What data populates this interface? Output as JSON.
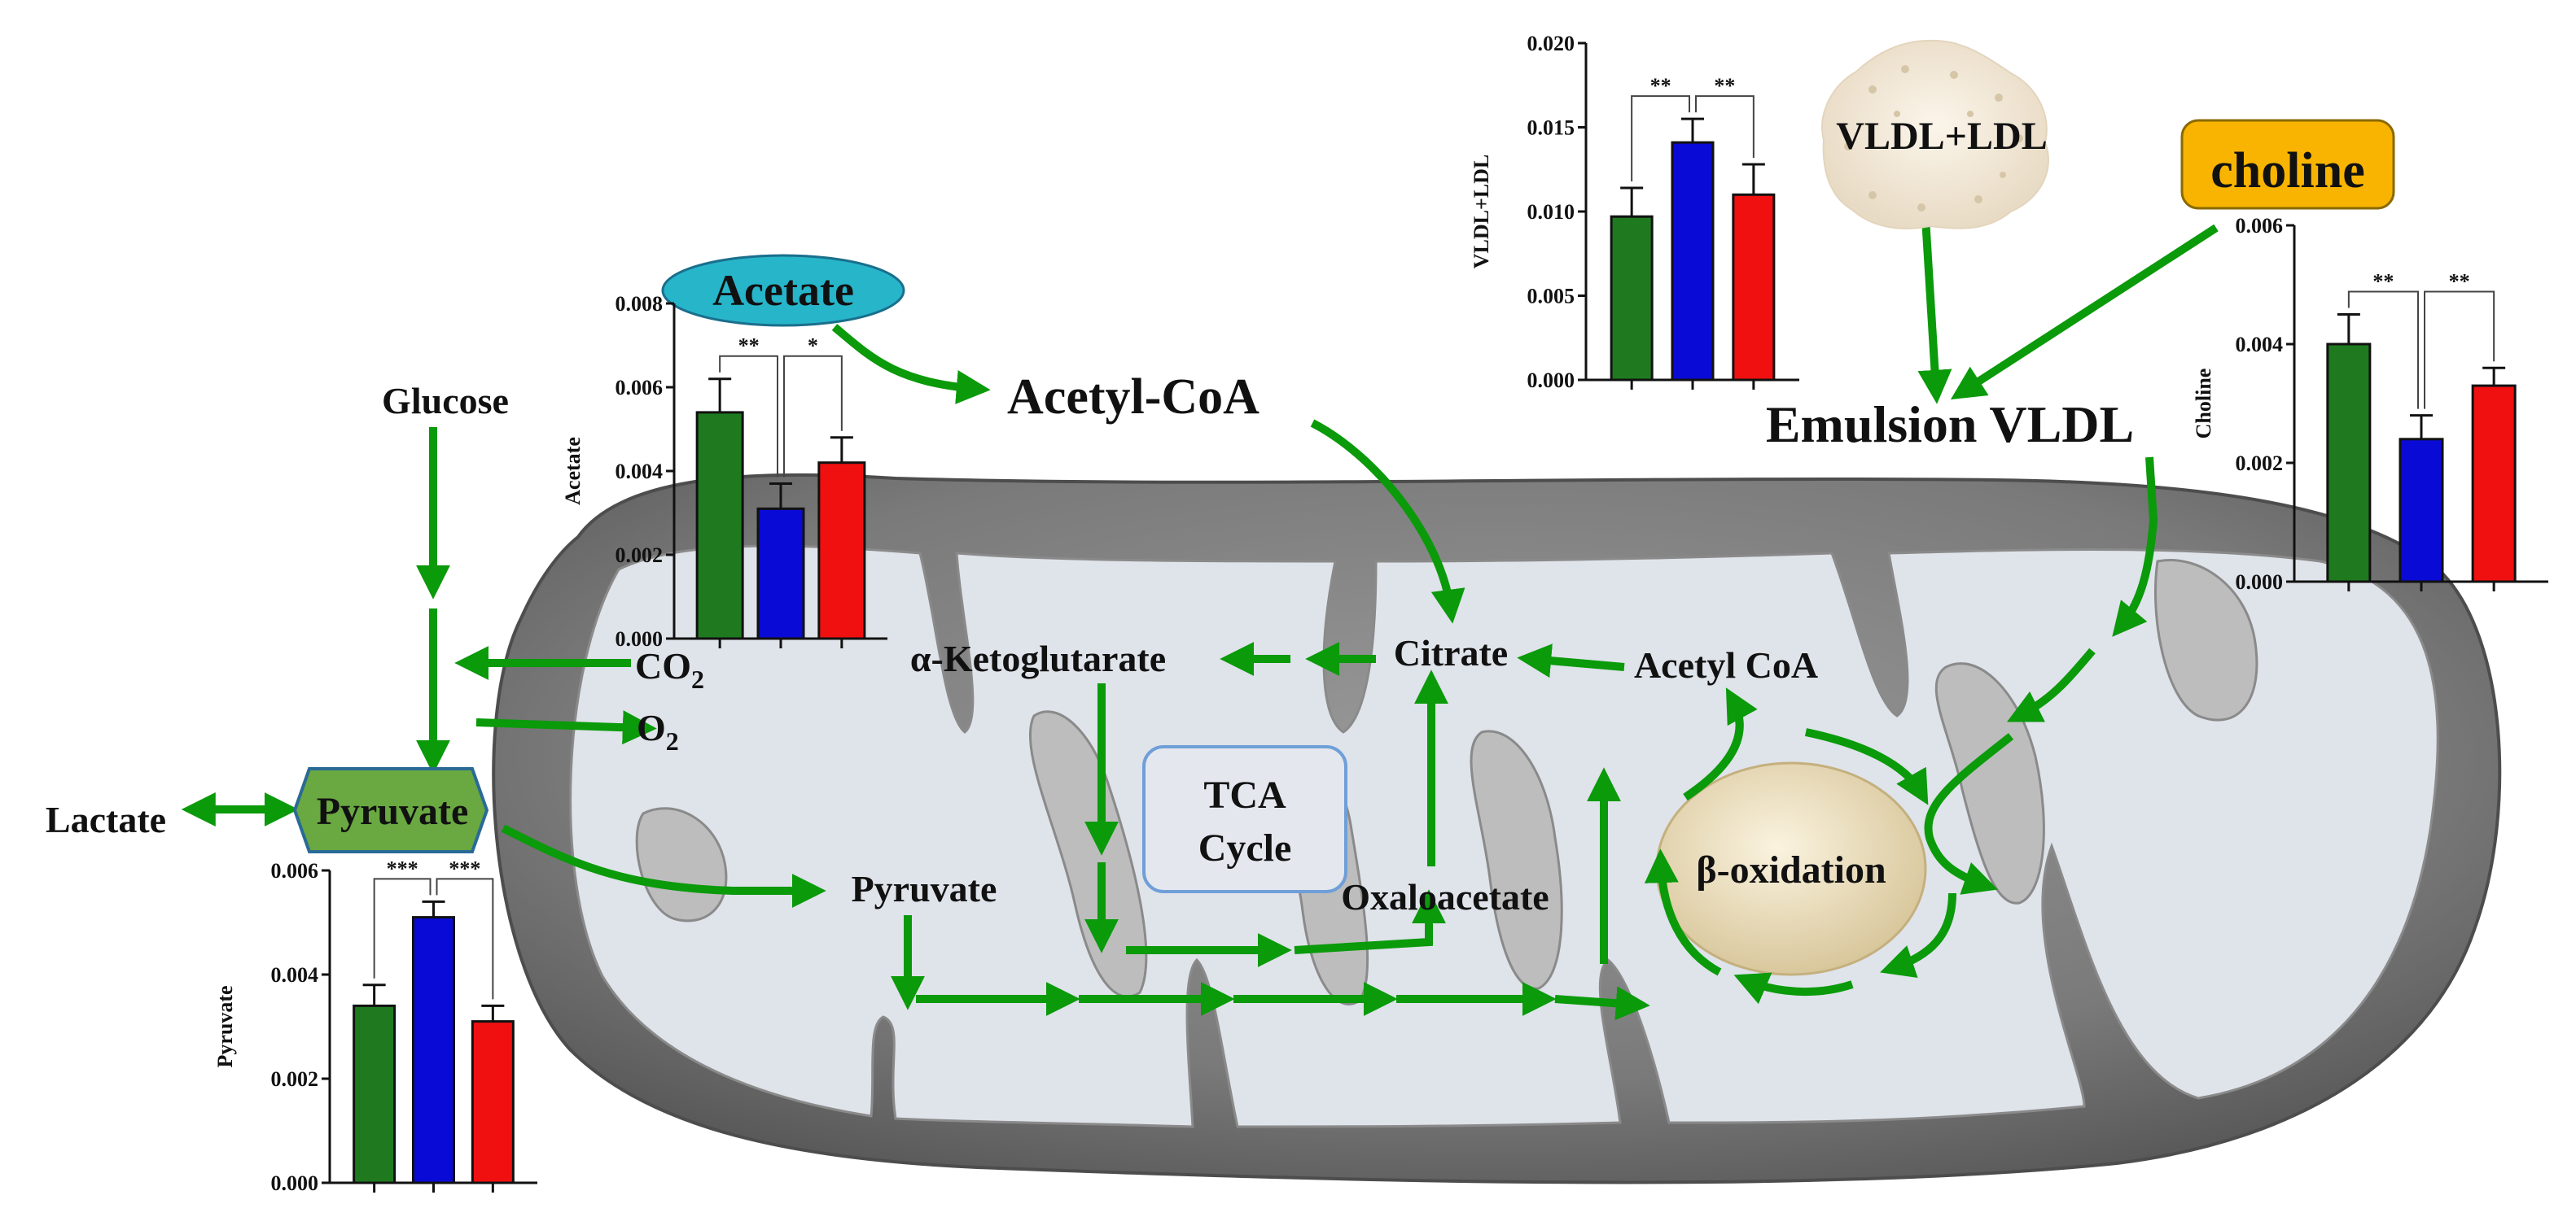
{
  "colors": {
    "arrow": "#0a9a0a",
    "group1": "#1f7a1f",
    "group2": "#0a0ad6",
    "group3": "#f01010",
    "acetate_badge": "#27b5c9",
    "choline_badge": "#f8b400",
    "pyruvate_badge": "#6aa842",
    "tca_box": "#e4e7ee",
    "beta_ox": "#ece0c2",
    "mito_outer": "#7c7c7c",
    "mito_inner": "#dfe3ea"
  },
  "nodes": {
    "glucose": "Glucose",
    "lactate": "Lactate",
    "pyruvate_cyto": "Pyruvate",
    "co2_base": "CO",
    "co2_sub": "2",
    "o2_base": "O",
    "o2_sub": "2",
    "acetate": "Acetate",
    "acetyl_coa_top": "Acetyl-CoA",
    "citrate": "Citrate",
    "alpha_kg": "α-Ketoglutarate",
    "acetyl_coa_mito": "Acetyl CoA",
    "tca_line1": "TCA",
    "tca_line2": "Cycle",
    "oxaloacetate": "Oxaloacetate",
    "pyruvate_mito": "Pyruvate",
    "beta_oxidation": "β-oxidation",
    "vldl_ldl": "VLDL+LDL",
    "choline": "choline",
    "emulsion_vldl": "Emulsion VLDL"
  },
  "chart_data": [
    {
      "type": "bar",
      "ylabel": "Acetate",
      "ylim": [
        0,
        0.008
      ],
      "yticks": [
        "0.000",
        "0.002",
        "0.004",
        "0.006",
        "0.008"
      ],
      "values": [
        0.0054,
        0.0031,
        0.0042
      ],
      "errors": [
        0.0008,
        0.0006,
        0.0006
      ],
      "significance": [
        "**",
        "*"
      ]
    },
    {
      "type": "bar",
      "ylabel": "Pyruvate",
      "ylim": [
        0,
        0.006
      ],
      "yticks": [
        "0.000",
        "0.002",
        "0.004",
        "0.006"
      ],
      "values": [
        0.0034,
        0.0051,
        0.0031
      ],
      "errors": [
        0.0004,
        0.0003,
        0.0003
      ],
      "significance": [
        "***",
        "***"
      ]
    },
    {
      "type": "bar",
      "ylabel": "VLDL+LDL",
      "ylim": [
        0,
        0.02
      ],
      "yticks": [
        "0.000",
        "0.005",
        "0.010",
        "0.015",
        "0.020"
      ],
      "values": [
        0.0097,
        0.0141,
        0.011
      ],
      "errors": [
        0.0017,
        0.0014,
        0.0018
      ],
      "significance": [
        "**",
        "**"
      ]
    },
    {
      "type": "bar",
      "ylabel": "Choline",
      "ylim": [
        0,
        0.006
      ],
      "yticks": [
        "0.000",
        "0.002",
        "0.004",
        "0.006"
      ],
      "values": [
        0.004,
        0.0024,
        0.0033
      ],
      "errors": [
        0.0005,
        0.0004,
        0.0003
      ],
      "significance": [
        "**",
        "**"
      ]
    }
  ]
}
